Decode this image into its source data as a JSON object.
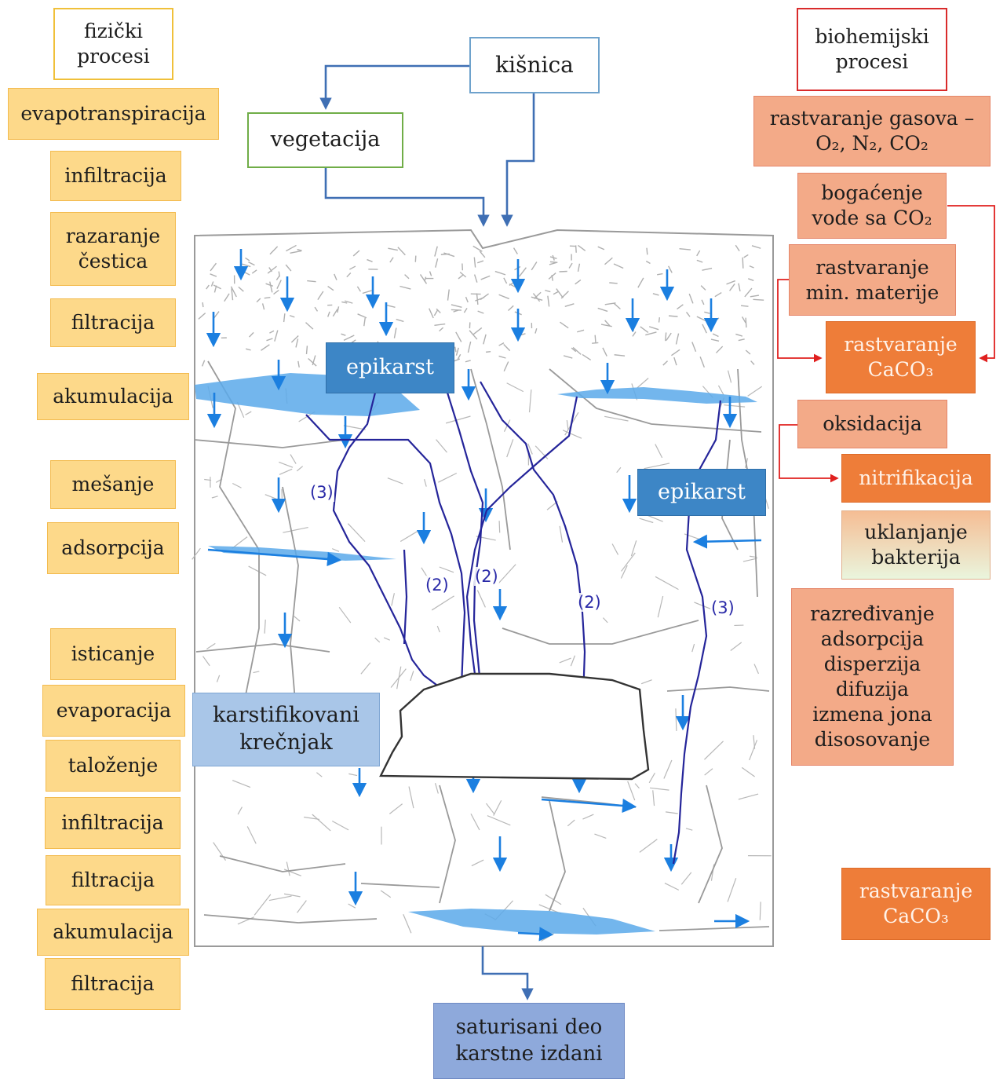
{
  "physical": {
    "header": [
      "fizički",
      "procesi"
    ],
    "items": [
      [
        "evapotranspiracija"
      ],
      [
        "infiltracija"
      ],
      [
        "razaranje",
        "čestica"
      ],
      [
        "filtracija"
      ],
      [
        "akumulacija"
      ],
      [
        "mešanje"
      ],
      [
        "adsorpcija"
      ],
      [
        "isticanje"
      ],
      [
        "evaporacija"
      ],
      [
        "taloženje"
      ],
      [
        "infiltracija"
      ],
      [
        "filtracija"
      ],
      [
        "akumulacija"
      ],
      [
        "filtracija"
      ]
    ]
  },
  "biochemical": {
    "header": [
      "biohemijski",
      "procesi"
    ],
    "gases": {
      "line1": "rastvaranje gasova –",
      "line2": "O₂, N₂, CO₂"
    },
    "co2": [
      "bogaćenje",
      "vode sa CO₂"
    ],
    "minerals": [
      "rastvaranje",
      "min. materije"
    ],
    "caco3_top": [
      "rastvaranje",
      "CaCO₃"
    ],
    "oxidation": [
      "oksidacija"
    ],
    "nitrification": [
      "nitrifikacija"
    ],
    "bacteria": [
      "uklanjanje",
      "bakterija"
    ],
    "processes": [
      "razređivanje",
      "adsorpcija",
      "disperzija",
      "difuzija",
      "izmena jona",
      "disosovanje"
    ],
    "caco3_bottom": [
      "rastvaranje",
      "CaCO₃"
    ]
  },
  "center": {
    "rain": "kišnica",
    "vegetation": "vegetacija",
    "epikarst_left": "epikarst",
    "epikarst_right": "epikarst",
    "limestone": [
      "karstifikovani",
      "krečnjak"
    ],
    "saturated": [
      "saturisani deo",
      "karstne izdani"
    ],
    "flow_labels": {
      "p3a": "(3)",
      "p2a": "(2)",
      "p2b": "(2)",
      "p2c": "(2)",
      "p3b": "(3)"
    }
  },
  "colors": {
    "water": "#5ba9ea",
    "arrow_blue": "#1b7fe0",
    "path_blue": "#25259a",
    "flow_line": "#3f6fb4",
    "reaction_arrow": "#e0201f"
  }
}
